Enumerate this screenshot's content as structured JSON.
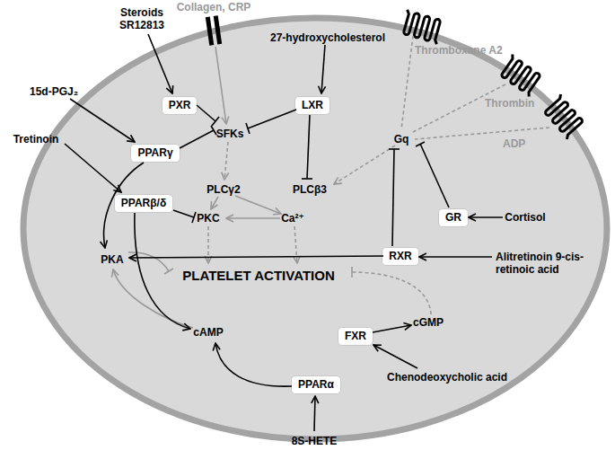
{
  "diagram": {
    "nodes": [
      {
        "text": [
          "SFKs",
          "Gq",
          "PLCγ2",
          "PLCβ3",
          "PKC",
          "Ca²⁺",
          "PKA",
          "PLATELET ACTIVATION",
          "cAMP",
          "cGMP"
        ]
      },
      {
        "text": [
          "PXR"
        ],
        "in": 0
      },
      {
        "text": [
          "LXR"
        ],
        "in": 0
      },
      {
        "text": [
          "PPARγ"
        ],
        "in": 0
      },
      {
        "text": [
          "PPARβ/δ"
        ],
        "in": 0
      },
      {
        "text": [
          "GR"
        ],
        "in": 0
      },
      {
        "text": [
          "RXR"
        ],
        "in": 0
      },
      {
        "text": [
          "FXR"
        ],
        "in": 0
      },
      {
        "text": [
          "PPARα"
        ],
        "in": 0
      }
    ],
    "labels": [
      "Collagen, CRP",
      "Steroids SR12813",
      "27-hydroxycholesterol",
      "Thromboxane A2",
      "Thrombin",
      "15d-PGJ₂",
      "ADP",
      "Tretinoin",
      "Cortisol",
      "Alitretinoin 9-cis-retinoic acid",
      "Chenodeoxycholic acid",
      "8S-HETE"
    ]
  }
}
